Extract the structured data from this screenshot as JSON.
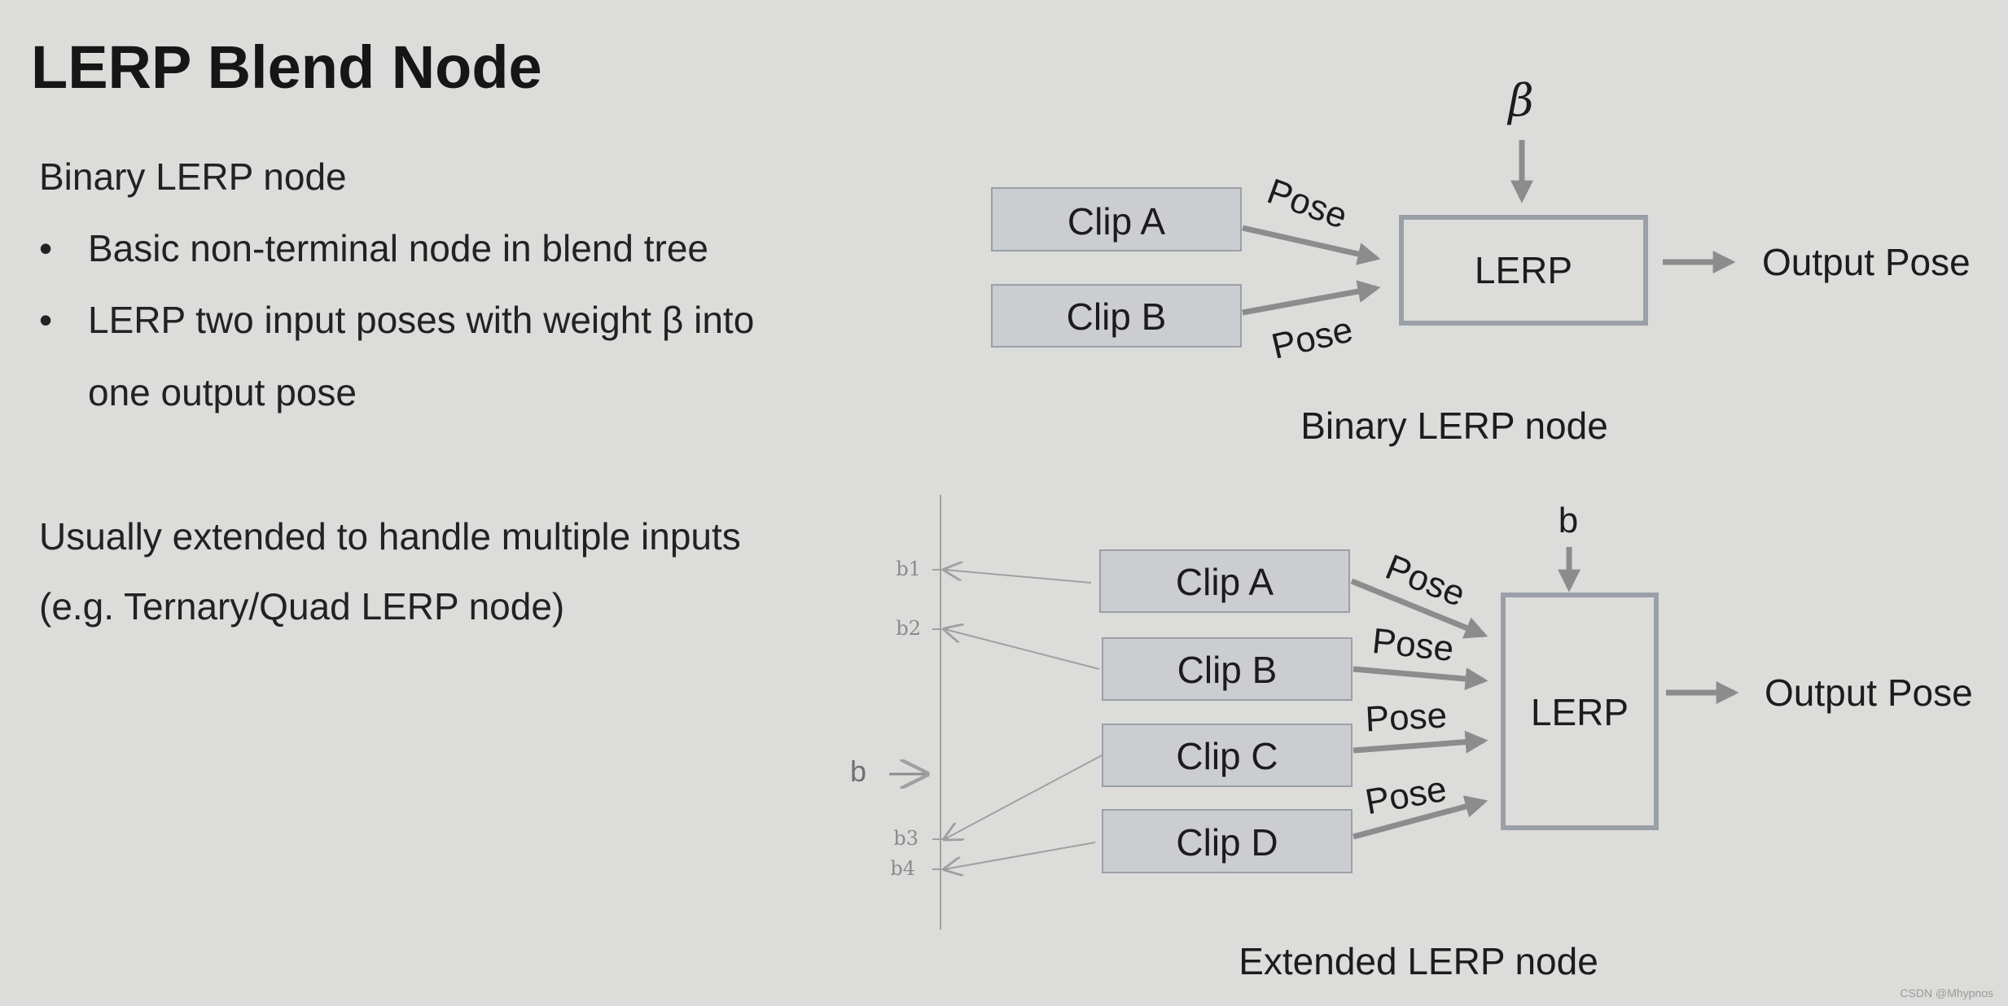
{
  "slide": {
    "title": "LERP Blend Node",
    "section1": {
      "heading": "Binary LERP node",
      "bullets": [
        "Basic non-terminal node in blend tree",
        "LERP two input poses with weight β into"
      ],
      "continuation": "one output pose"
    },
    "section2": {
      "line1": "Usually extended to handle multiple inputs",
      "line2": "(e.g. Ternary/Quad LERP node)"
    }
  },
  "binary_diagram": {
    "clip_a": "Clip A",
    "clip_b": "Clip B",
    "pose_top": "Pose",
    "pose_bottom": "Pose",
    "lerp": "LERP",
    "weight": "β",
    "output": "Output Pose",
    "caption": "Binary LERP node"
  },
  "extended_diagram": {
    "clips": [
      "Clip A",
      "Clip B",
      "Clip C",
      "Clip D"
    ],
    "poses": [
      "Pose",
      "Pose",
      "Pose",
      "Pose"
    ],
    "lerp": "LERP",
    "weight": "b",
    "output": "Output Pose",
    "caption": "Extended LERP node",
    "axis_input": "b",
    "axis_ticks": [
      "b1",
      "b2",
      "b3",
      "b4"
    ]
  },
  "footer": {
    "watermark": "CSDN @Mhypnos"
  },
  "colors": {
    "background": "#dcdcda",
    "box_fill": "#cbcdd0",
    "box_border": "#9aa0a8",
    "arrow": "#8c8c8c",
    "text": "#1c1c1c"
  }
}
